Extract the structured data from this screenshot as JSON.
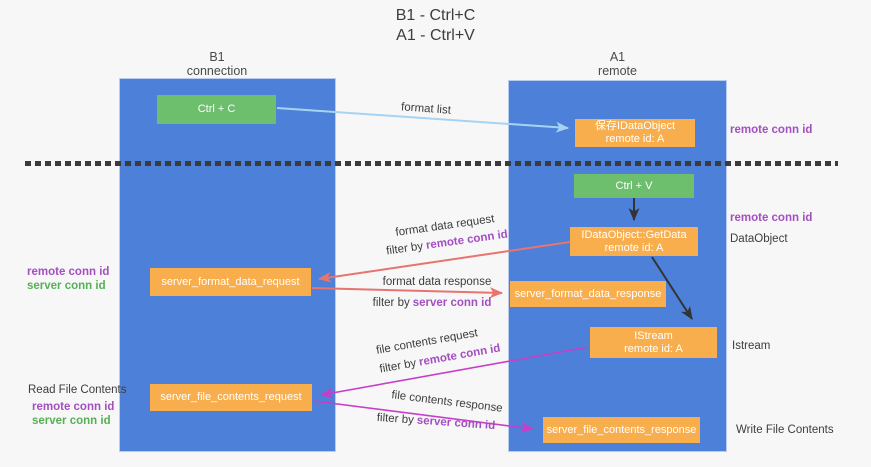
{
  "title": {
    "line1": "B1 - Ctrl+C",
    "line2": "A1 - Ctrl+V"
  },
  "columns": {
    "left": {
      "name": "B1",
      "role": "connection"
    },
    "right": {
      "name": "A1",
      "role": "remote"
    }
  },
  "nodes": {
    "ctrl_c": {
      "label": "Ctrl + C"
    },
    "save_idataobject": {
      "line1": "保存IDataObject",
      "line2": "remote id: A"
    },
    "ctrl_v": {
      "label": "Ctrl + V"
    },
    "idataobject_getdata": {
      "line1": "IDataObject::GetData",
      "line2": "remote id: A"
    },
    "server_format_data_request": {
      "label": "server_format_data_request"
    },
    "server_format_data_response": {
      "label": "server_format_data_response"
    },
    "istream": {
      "line1": "IStream",
      "line2": "remote id: A"
    },
    "server_file_contents_request": {
      "label": "server_file_contents_request"
    },
    "server_file_contents_response": {
      "label": "server_file_contents_response"
    }
  },
  "flow_labels": {
    "format_list": "format list",
    "format_data_request": "format data request",
    "format_data_response": "format data response",
    "file_contents_request": "file contents request",
    "file_contents_response": "file contents response",
    "filter_by": "filter by",
    "remote_conn_id": "remote conn id",
    "server_conn_id": "server conn id"
  },
  "annotations": {
    "right_top_remote_conn_id": "remote conn id",
    "right_mid_remote_conn_id": "remote conn id",
    "dataobject": "DataObject",
    "istream": "Istream",
    "write_file_contents": "Write File Contents",
    "left_mid_remote_conn_id": "remote conn id",
    "left_mid_server_conn_id": "server conn id",
    "read_file_contents": "Read File Contents",
    "left_bottom_remote_conn_id": "remote conn id",
    "left_bottom_server_conn_id": "server conn id"
  },
  "colors": {
    "column_blue": "#4d80d8",
    "box_orange": "#f9ae4d",
    "box_green": "#6dbf6e",
    "arrow_salmon": "#e8736f",
    "arrow_magenta": "#c73fc9",
    "arrow_lightblue": "#a6d3f2",
    "arrow_black": "#333333",
    "text_purple": "#a44fc0",
    "text_green": "#55b055",
    "text_dark": "#3d3d3d"
  }
}
